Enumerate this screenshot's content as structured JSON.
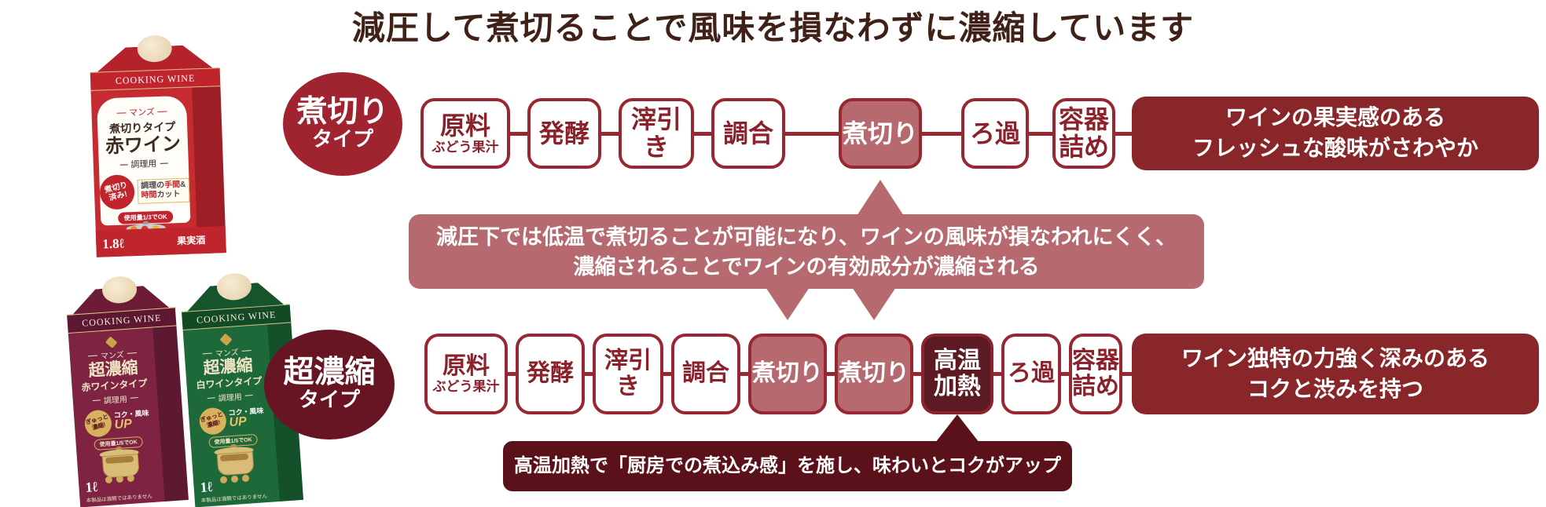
{
  "title": "減圧して煮切ることで風味を損なわずに濃縮しています",
  "colors": {
    "crimson_badge": "#a0242f",
    "dark_maroon_badge": "#681523",
    "box_border": "#992731",
    "box_text": "#8b212b",
    "rose_highlight": "#b66a6f",
    "dark_step": "#5c1a22",
    "result_red": "#882629",
    "dark_callout": "#5a1119",
    "title_brown": "#3f2118"
  },
  "rows": {
    "nikiri": {
      "badge": {
        "line1": "煮切り",
        "line2": "タイプ"
      },
      "steps": [
        {
          "key": "raw-material",
          "style": "plain",
          "lines": [
            {
              "text": "原料"
            },
            {
              "text": "ぶどう果汁",
              "small": true
            }
          ]
        },
        {
          "key": "fermentation",
          "style": "plain",
          "lines": [
            {
              "text": "発酵"
            }
          ]
        },
        {
          "key": "lees-removal",
          "style": "plain",
          "lines": [
            {
              "text": "滓引き"
            }
          ]
        },
        {
          "key": "blending",
          "style": "plain",
          "lines": [
            {
              "text": "調合"
            }
          ]
        },
        {
          "key": "nikiri",
          "style": "highlight",
          "lines": [
            {
              "text": "煮切り"
            }
          ]
        },
        {
          "key": "filtration",
          "style": "plain",
          "lines": [
            {
              "text": "ろ過"
            }
          ]
        },
        {
          "key": "container-filling",
          "style": "plain",
          "lines": [
            {
              "text": "容器"
            },
            {
              "text": "詰め"
            }
          ]
        }
      ],
      "result": [
        "ワインの果実感のある",
        "フレッシュな酸味がさわやか"
      ]
    },
    "concentrated": {
      "badge": {
        "line1": "超濃縮",
        "line2": "タイプ"
      },
      "steps": [
        {
          "key": "raw-material",
          "style": "plain",
          "lines": [
            {
              "text": "原料"
            },
            {
              "text": "ぶどう果汁",
              "small": true
            }
          ]
        },
        {
          "key": "fermentation",
          "style": "plain",
          "lines": [
            {
              "text": "発酵"
            }
          ]
        },
        {
          "key": "lees-removal",
          "style": "plain",
          "lines": [
            {
              "text": "滓引き"
            }
          ]
        },
        {
          "key": "blending",
          "style": "plain",
          "lines": [
            {
              "text": "調合"
            }
          ]
        },
        {
          "key": "nikiri-1",
          "style": "highlight",
          "lines": [
            {
              "text": "煮切り"
            }
          ]
        },
        {
          "key": "nikiri-2",
          "style": "highlight",
          "lines": [
            {
              "text": "煮切り"
            }
          ]
        },
        {
          "key": "high-heat",
          "style": "dark",
          "lines": [
            {
              "text": "高温"
            },
            {
              "text": "加熱"
            }
          ]
        },
        {
          "key": "filtration",
          "style": "plain",
          "lines": [
            {
              "text": "ろ過"
            }
          ]
        },
        {
          "key": "container-filling",
          "style": "plain",
          "lines": [
            {
              "text": "容器"
            },
            {
              "text": "詰め"
            }
          ]
        }
      ],
      "result": [
        "ワイン独特の力強く深みのある",
        "コクと渋みを持つ"
      ]
    }
  },
  "callouts": {
    "middle_line1": "減圧下では低温で煮切ることが可能になり、ワインの風味が損なわれにくく、",
    "middle_line2": "濃縮されることでワインの有効成分が濃縮される",
    "bottom": "高温加熱で「厨房での煮込み感」を施し、味わいとコクがアップ"
  },
  "products": {
    "nikiri_red": {
      "band": "COOKING WINE",
      "maker": "マンズ",
      "type": "煮切りタイプ",
      "name": "赤ワイン",
      "use": "調理用",
      "seal_l1": "煮切り",
      "seal_l2": "済み!",
      "merit_a": "調理の",
      "merit_b": "手間",
      "merit_c": "&",
      "merit_d": "時間",
      "merit_e": "カット",
      "pill": "使用量1/3でOK",
      "volume": "1.8ℓ",
      "category": "果実酒"
    },
    "concentrated_red": {
      "band": "COOKING WINE",
      "maker": "マンズ",
      "name": "超濃縮",
      "type": "赤ワインタイプ",
      "use": "調理用",
      "seal": "ぎゅっと濃縮!",
      "merit_a": "コク・風味",
      "merit_b": "UP",
      "pill": "使用量1/5でOK",
      "volume": "1ℓ",
      "note": "本製品は酒類ではありません"
    },
    "concentrated_white": {
      "band": "COOKING WINE",
      "maker": "マンズ",
      "name": "超濃縮",
      "type": "白ワインタイプ",
      "use": "調理用",
      "seal": "ぎゅっと濃縮!",
      "merit_a": "コク・風味",
      "merit_b": "UP",
      "pill": "使用量1/5でOK",
      "volume": "1ℓ",
      "note": "本製品は酒類ではありません"
    }
  }
}
